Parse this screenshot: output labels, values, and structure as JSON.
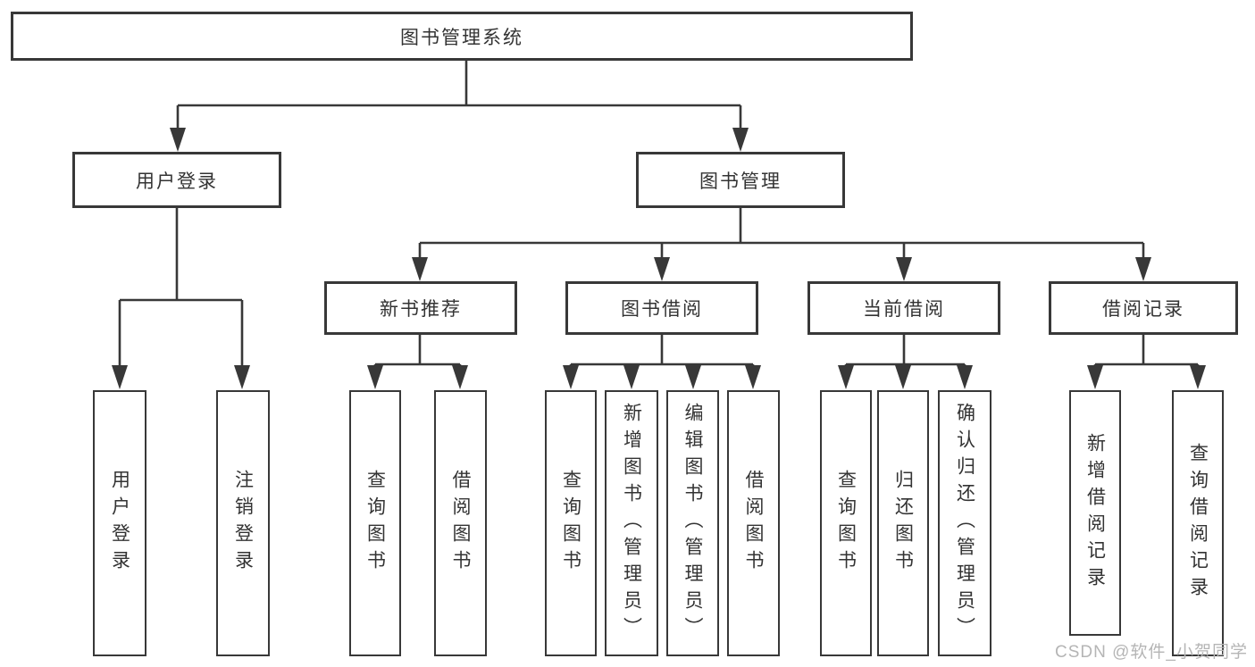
{
  "diagram_title": "图书管理系统",
  "tree": {
    "label": "图书管理系统",
    "children": [
      {
        "label": "用户登录",
        "children": [
          {
            "label": "用户登录"
          },
          {
            "label": "注销登录"
          }
        ]
      },
      {
        "label": "图书管理",
        "children": [
          {
            "label": "新书推荐",
            "children": [
              {
                "label": "查询图书"
              },
              {
                "label": "借阅图书"
              }
            ]
          },
          {
            "label": "图书借阅",
            "children": [
              {
                "label": "查询图书"
              },
              {
                "label": "新增图书（管理员）"
              },
              {
                "label": "编辑图书（管理员）"
              },
              {
                "label": "借阅图书"
              }
            ]
          },
          {
            "label": "当前借阅",
            "children": [
              {
                "label": "查询图书"
              },
              {
                "label": "归还图书"
              },
              {
                "label": "确认归还（管理员）"
              }
            ]
          },
          {
            "label": "借阅记录",
            "children": [
              {
                "label": "新增借阅记录"
              },
              {
                "label": "查询借阅记录"
              }
            ]
          }
        ]
      }
    ]
  },
  "watermark": "CSDN @软件_小贺同学",
  "colors": {
    "line": "#383838",
    "text": "#333333",
    "background": "#ffffff",
    "watermark": "#b5b5b5"
  }
}
